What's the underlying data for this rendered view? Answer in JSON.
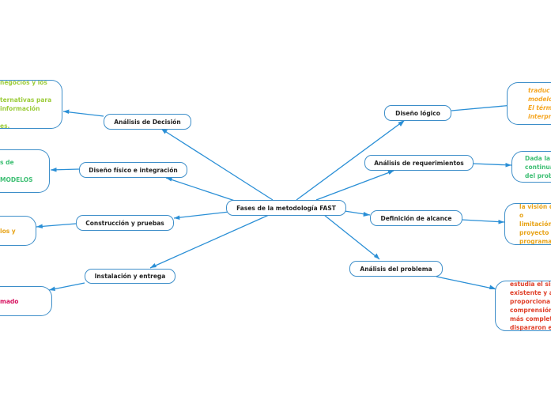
{
  "center": {
    "label": "Fases de la metodología FAST"
  },
  "branches": {
    "analisis_decision": {
      "label": "Análisis de Decisión"
    },
    "diseno_fisico": {
      "label": "Diseño físico e integración"
    },
    "construccion": {
      "label": "Construcción y pruebas"
    },
    "instalacion": {
      "label": "Instalación y entrega"
    },
    "diseno_logico": {
      "label": "Diseño lógico"
    },
    "requerimientos": {
      "label": "Análisis de requerimientos"
    },
    "alcance": {
      "label": "Definición de alcance"
    },
    "problema": {
      "label": "Análisis del problema"
    }
  },
  "leaves": {
    "decision": {
      "color": "#9ccc3a",
      "lines": [
        "negocios y los",
        "",
        "ternativas para",
        "información",
        "",
        "es."
      ]
    },
    "diseno_fisico": {
      "color": "#3dbf73",
      "lines": [
        "s de",
        "",
        "MODELOS"
      ]
    },
    "construccion": {
      "color": "#e8a317",
      "lines": [
        "los y"
      ]
    },
    "instalacion": {
      "color": "#d6105e",
      "lines": [
        "mado"
      ]
    },
    "diseno_logico": {
      "color": "#f5a623",
      "lines": [
        "traduc",
        "modelo",
        "El térm",
        "interpre"
      ]
    },
    "requerimientos": {
      "color": "#3dbf73",
      "lines": [
        "Dada la",
        "continua",
        "del prob"
      ]
    },
    "alcance": {
      "color": "#e8a317",
      "lines": [
        "la visión d",
        "o",
        "limitación",
        "proyecto y",
        "programa"
      ]
    },
    "problema": {
      "color": "#e0402a",
      "lines": [
        "estudia el sis",
        "existente y a",
        "proporciona a",
        "comprensión",
        "más completa",
        "dispararon el"
      ]
    }
  }
}
